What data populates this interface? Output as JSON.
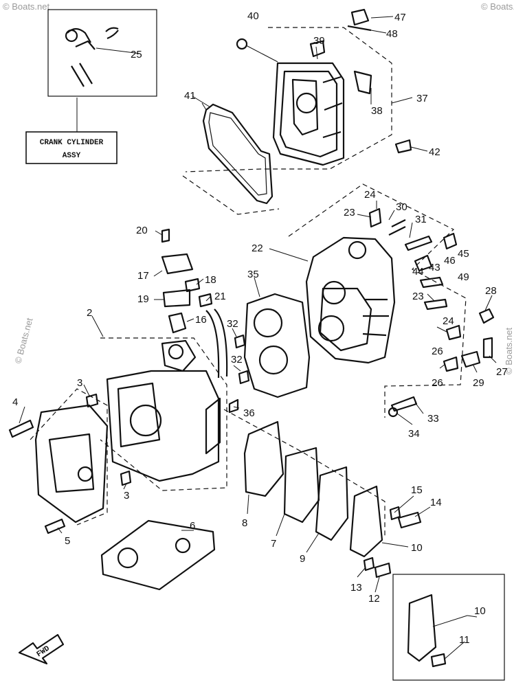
{
  "watermark": "© Boats.net",
  "callout_box": {
    "line1": "CRANK CYLINDER",
    "line2": "ASSY"
  },
  "fwd_label": "FWD",
  "labels": {
    "p1": "40",
    "p2": "47",
    "p3": "48",
    "p4": "39",
    "p5": "25",
    "p6": "38",
    "p7": "37",
    "p8": "41",
    "p9": "42",
    "p10": "24",
    "p11": "30",
    "p12": "23",
    "p13": "31",
    "p14": "20",
    "p15": "22",
    "p16": "45",
    "p17": "46",
    "p18": "43",
    "p19": "17",
    "p20": "18",
    "p21": "44",
    "p22": "49",
    "p23": "35",
    "p24": "19",
    "p25": "21",
    "p26": "28",
    "p27": "23",
    "p28": "16",
    "p29": "24",
    "p30": "2",
    "p31": "32",
    "p32": "26",
    "p33": "32",
    "p34": "26",
    "p35": "27",
    "p36": "29",
    "p37": "3",
    "p38": "4",
    "p39": "36",
    "p40": "33",
    "p41": "34",
    "p42": "3",
    "p43": "5",
    "p44": "6",
    "p45": "8",
    "p46": "15",
    "p47": "14",
    "p48": "7",
    "p49": "9",
    "p50": "10",
    "p51": "13",
    "p52": "12",
    "p53": "10",
    "p54": "11"
  }
}
